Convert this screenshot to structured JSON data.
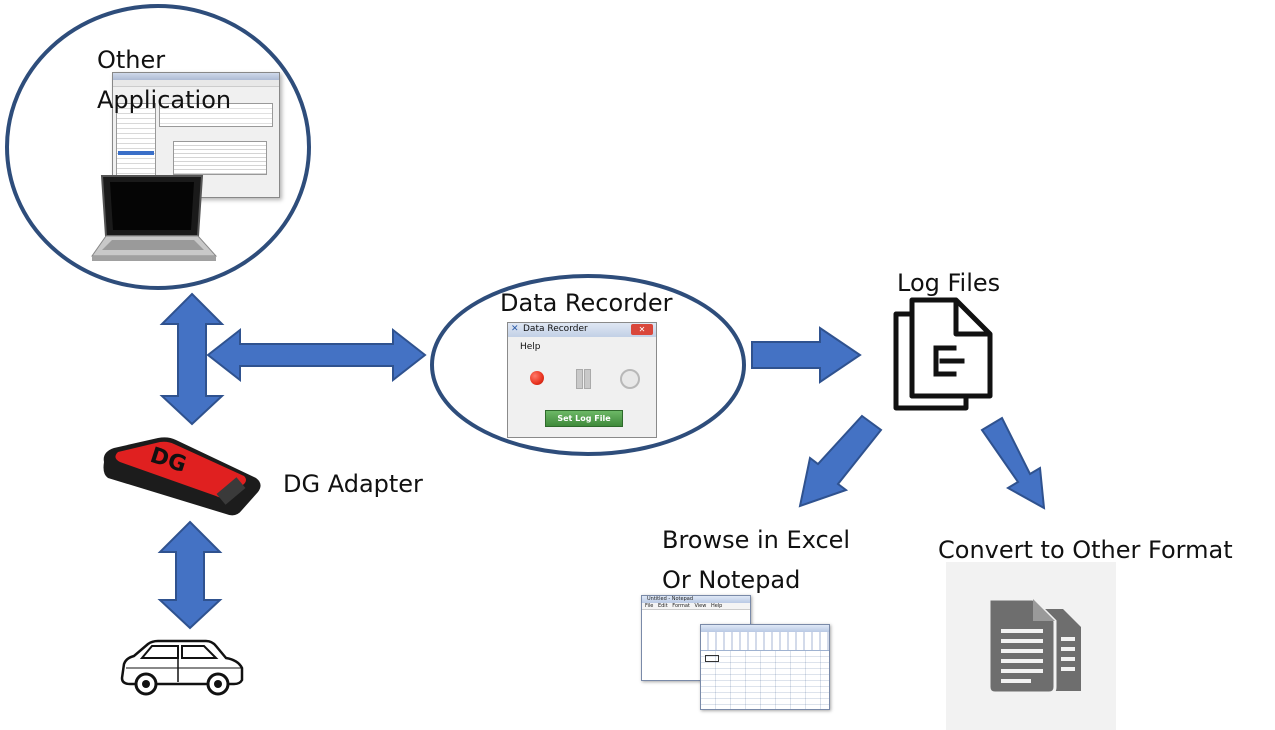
{
  "labels": {
    "other_application_line1": "Other",
    "other_application_line2": "Application",
    "data_recorder": "Data Recorder",
    "log_files": "Log Files",
    "dg_adapter": "DG Adapter",
    "browse_line1": "Browse in Excel",
    "browse_line2": "Or Notepad",
    "convert": "Convert to Other Format"
  },
  "recorder_window": {
    "title": "Data Recorder",
    "menu": "Help",
    "set_log_button": "Set Log File"
  },
  "adapter_logo": "DG",
  "notepad_window": {
    "title": "Untitled - Notepad",
    "menu": [
      "File",
      "Edit",
      "Format",
      "View",
      "Help"
    ]
  },
  "colors": {
    "arrow_fill": "#4472c4",
    "arrow_stroke": "#2f528f",
    "ellipse_stroke": "#2e4d7b",
    "record_red": "#e8321e",
    "button_green": "#4a9a45",
    "adapter_red": "#e02020"
  },
  "icons": {
    "log_files": "document-stack-icon",
    "convert": "documents-icon",
    "close": "close-icon"
  }
}
